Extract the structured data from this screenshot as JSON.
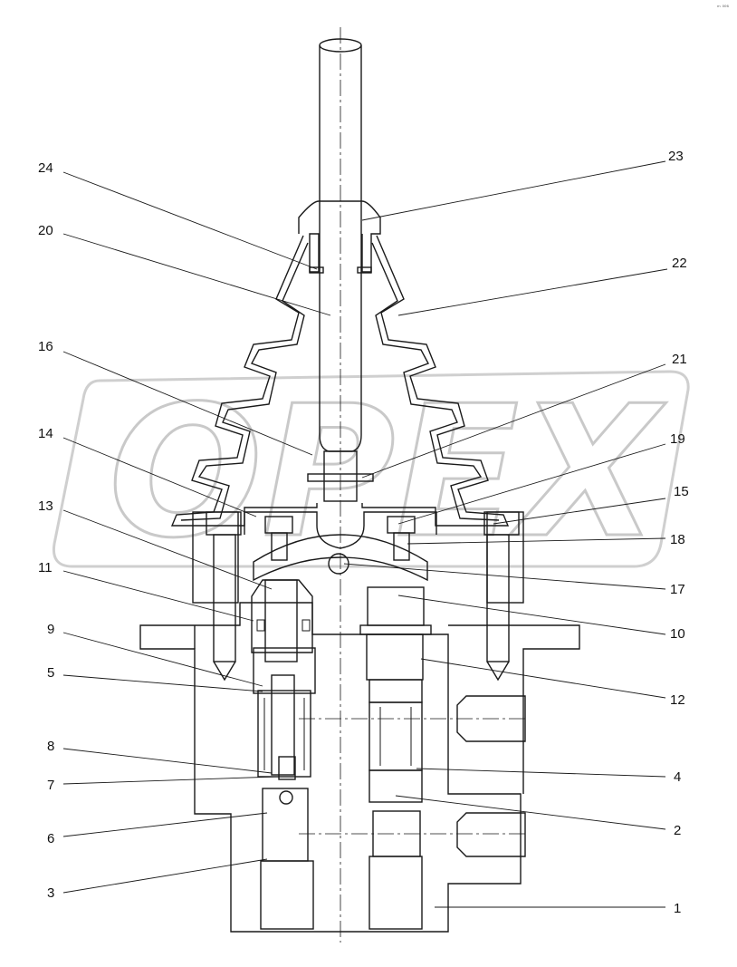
{
  "watermark": "OPEX",
  "corner_mark": "ᵐ ⁰⁰⁶",
  "callouts": [
    "1",
    "2",
    "3",
    "4",
    "5",
    "6",
    "7",
    "8",
    "9",
    "10",
    "11",
    "12",
    "13",
    "14",
    "15",
    "16",
    "17",
    "18",
    "19",
    "20",
    "21",
    "22",
    "23",
    "24"
  ]
}
